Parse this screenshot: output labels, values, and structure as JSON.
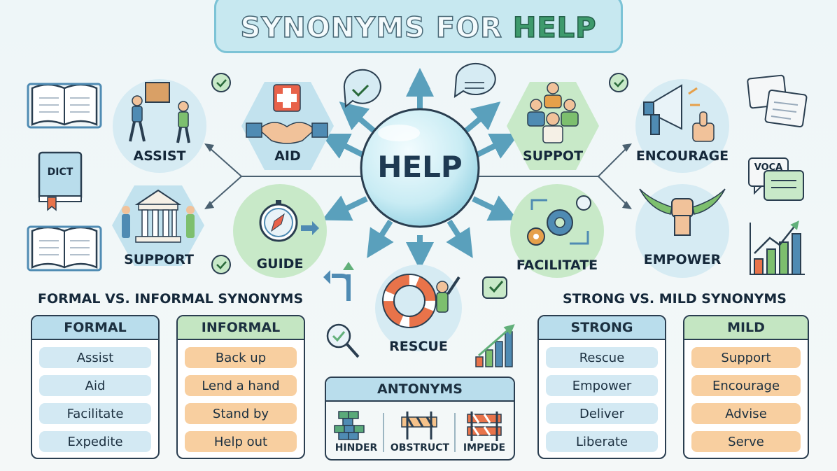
{
  "title": {
    "prefix": "SYNONYMS FOR",
    "highlight": "HELP"
  },
  "center": {
    "label": "HELP"
  },
  "nodes": {
    "assist": "ASSIST",
    "aid": "AID",
    "suppot": "SUPPOT",
    "encourage": "ENCOURAGE",
    "support": "SUPPORT",
    "guide": "GUIDE",
    "facilitate": "FACILITATE",
    "empower": "EMPOWER",
    "rescue": "RESCUE"
  },
  "side_icons": {
    "dict": "DICT",
    "voca": "VOCA"
  },
  "formal_informal": {
    "heading": "FORMAL VS. INFORMAL SYNONYMS",
    "formal": {
      "header": "FORMAL",
      "items": [
        "Assist",
        "Aid",
        "Facilitate",
        "Expedite"
      ]
    },
    "informal": {
      "header": "INFORMAL",
      "items": [
        "Back up",
        "Lend a hand",
        "Stand by",
        "Help out"
      ]
    }
  },
  "strong_mild": {
    "heading": "STRONG VS. MILD SYNONYMS",
    "strong": {
      "header": "STRONG",
      "items": [
        "Rescue",
        "Empower",
        "Deliver",
        "Liberate"
      ]
    },
    "mild": {
      "header": "MILD",
      "items": [
        "Support",
        "Encourage",
        "Advise",
        "Serve"
      ]
    }
  },
  "antonyms": {
    "header": "ANTONYMS",
    "items": [
      "HINDER",
      "OBSTRUCT",
      "IMPEDE"
    ]
  },
  "colors": {
    "blue": "#b9ddec",
    "green": "#c4e6c2",
    "orange": "#f8cfa0",
    "center": "#c9ecf4"
  }
}
